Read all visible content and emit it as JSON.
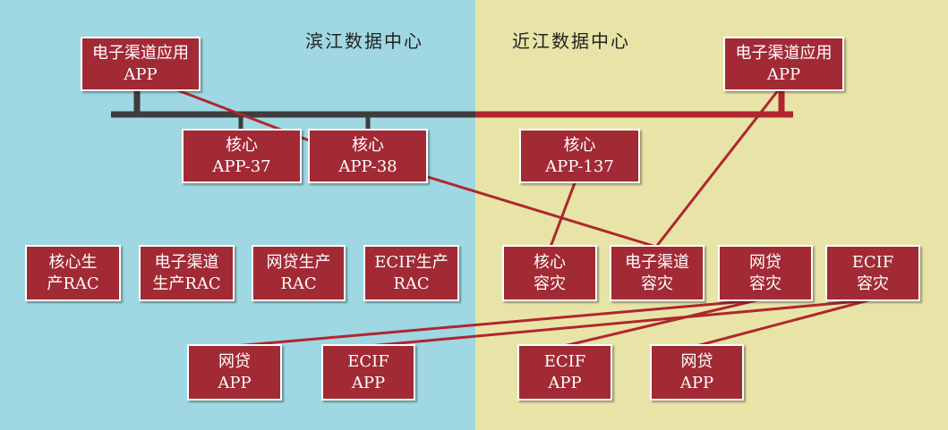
{
  "zones": {
    "left_title": "滨江数据中心",
    "right_title": "近江数据中心"
  },
  "colors": {
    "left_bg": "#9fd8e2",
    "right_bg": "#e8e4a8",
    "box": "#a12a35",
    "dark_bus": "#3d3d3d",
    "red_bus": "#b0262f"
  },
  "boxes": {
    "channel_app_left": [
      "电子渠道应用",
      "APP"
    ],
    "channel_app_right": [
      "电子渠道应用",
      "APP"
    ],
    "core_app_37": [
      "核心",
      "APP-37"
    ],
    "core_app_38": [
      "核心",
      "APP-38"
    ],
    "core_app_137": [
      "核心",
      "APP-137"
    ],
    "core_prod_rac": [
      "核心生",
      "产RAC"
    ],
    "channel_prod_rac": [
      "电子渠道",
      "生产RAC"
    ],
    "loan_prod_rac": [
      "网贷生产",
      "RAC"
    ],
    "ecif_prod_rac": [
      "ECIF生产",
      "RAC"
    ],
    "core_dr": [
      "核心",
      "容灾"
    ],
    "channel_dr": [
      "电子渠道",
      "容灾"
    ],
    "loan_dr": [
      "网贷",
      "容灾"
    ],
    "ecif_dr": [
      "ECIF",
      "容灾"
    ],
    "loan_app_left": [
      "网贷",
      "APP"
    ],
    "ecif_app_left": [
      "ECIF",
      "APP"
    ],
    "ecif_app_right": [
      "ECIF",
      "APP"
    ],
    "loan_app_right": [
      "网贷",
      "APP"
    ]
  }
}
